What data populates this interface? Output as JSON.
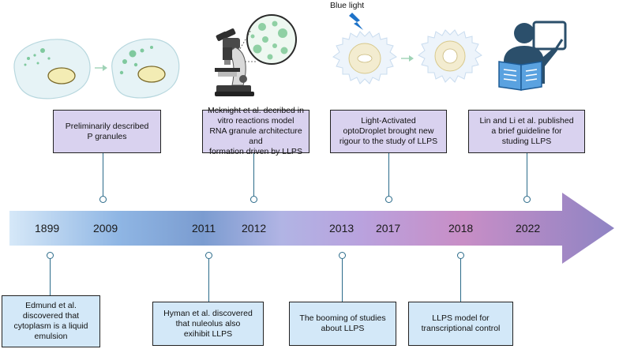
{
  "blue_light_label": "Blue light",
  "years": [
    "1899",
    "2009",
    "2011",
    "2012",
    "2013",
    "2017",
    "2018",
    "2022"
  ],
  "top_boxes": [
    {
      "lines": [
        "Preliminarily described",
        "P granules"
      ]
    },
    {
      "lines": [
        "Mcknight et al. decribed in",
        "vitro reactions model",
        "RNA granule architecture and",
        "formation driven by LLPS"
      ]
    },
    {
      "lines": [
        "Light-Activated",
        "optoDroplet brought new",
        "rigour to the study of LLPS"
      ]
    },
    {
      "lines": [
        "Lin and Li et al. published",
        "a brief guideline for",
        "studing LLPS"
      ]
    }
  ],
  "bottom_boxes": [
    {
      "lines": [
        "Edmund et al.",
        "discovered that",
        "cytoplasm is a liquid",
        "emulsion"
      ]
    },
    {
      "lines": [
        "Hyman et al. discovered",
        "that nuleolus also",
        "exihibit LLPS"
      ]
    },
    {
      "lines": [
        "The booming of  studies",
        "about LLPS"
      ]
    },
    {
      "lines": [
        "LLPS model for",
        "transcriptional control"
      ]
    }
  ],
  "colors": {
    "arrow_start": "#cfe3f7",
    "arrow_mid1": "#7fa8d8",
    "arrow_mid2": "#b7a6de",
    "arrow_mid3": "#c68dc2",
    "arrow_end": "#8f84c4",
    "top_box": "#d9d2ef",
    "bottom_box": "#d3e8f8",
    "connector": "#2b6b8a"
  }
}
